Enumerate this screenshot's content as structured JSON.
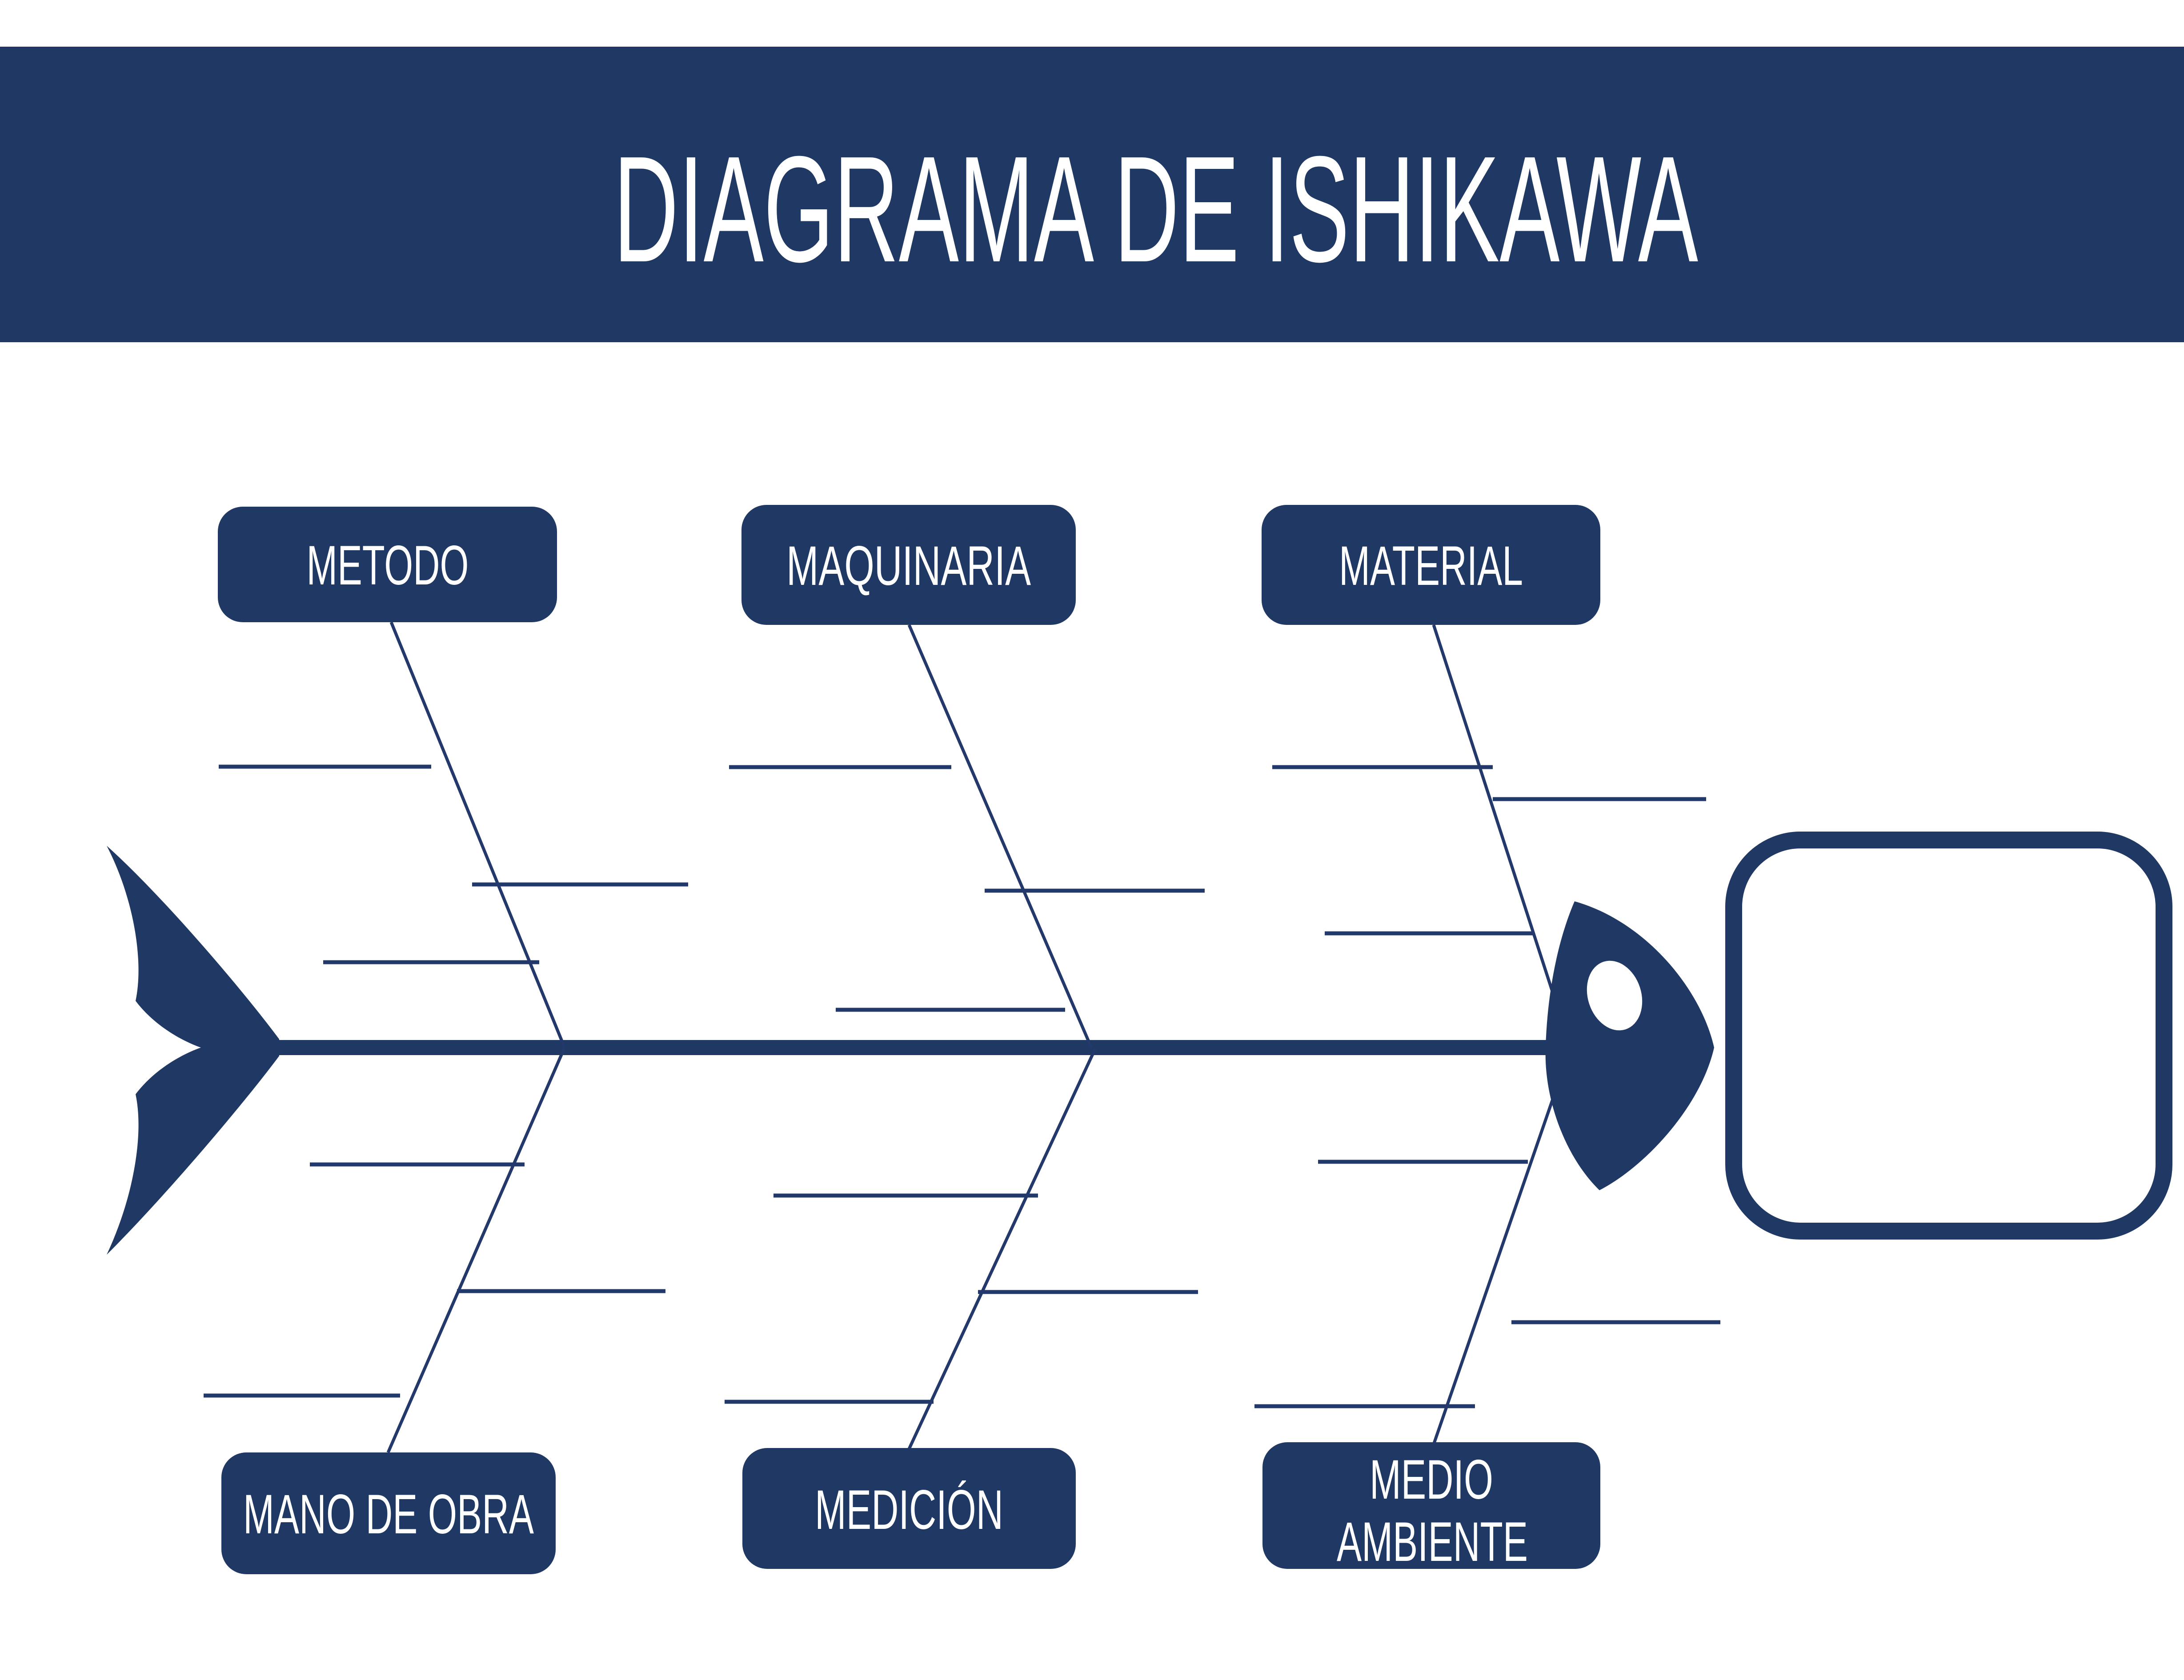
{
  "header": {
    "title": "DIAGRAMA DE ISHIKAWA"
  },
  "colors": {
    "navy": "#1f3864",
    "line": "#23386b",
    "label_text": "#ffffff",
    "background": "#ffffff"
  },
  "fishbone": {
    "top_branches": [
      {
        "label": "METODO"
      },
      {
        "label": "MAQUINARIA"
      },
      {
        "label": "MATERIAL"
      }
    ],
    "bottom_branches": [
      {
        "label": "MANO DE OBRA"
      },
      {
        "label": "MEDICIÓN"
      },
      {
        "label": "MEDIO AMBIENTE",
        "label_lines": [
          "MEDIO",
          "AMBIENTE"
        ]
      }
    ],
    "problem_box_label": "",
    "icons": {
      "tail": "fish-tail-icon",
      "head": "fish-head-icon",
      "eye": "fish-eye-icon"
    }
  }
}
